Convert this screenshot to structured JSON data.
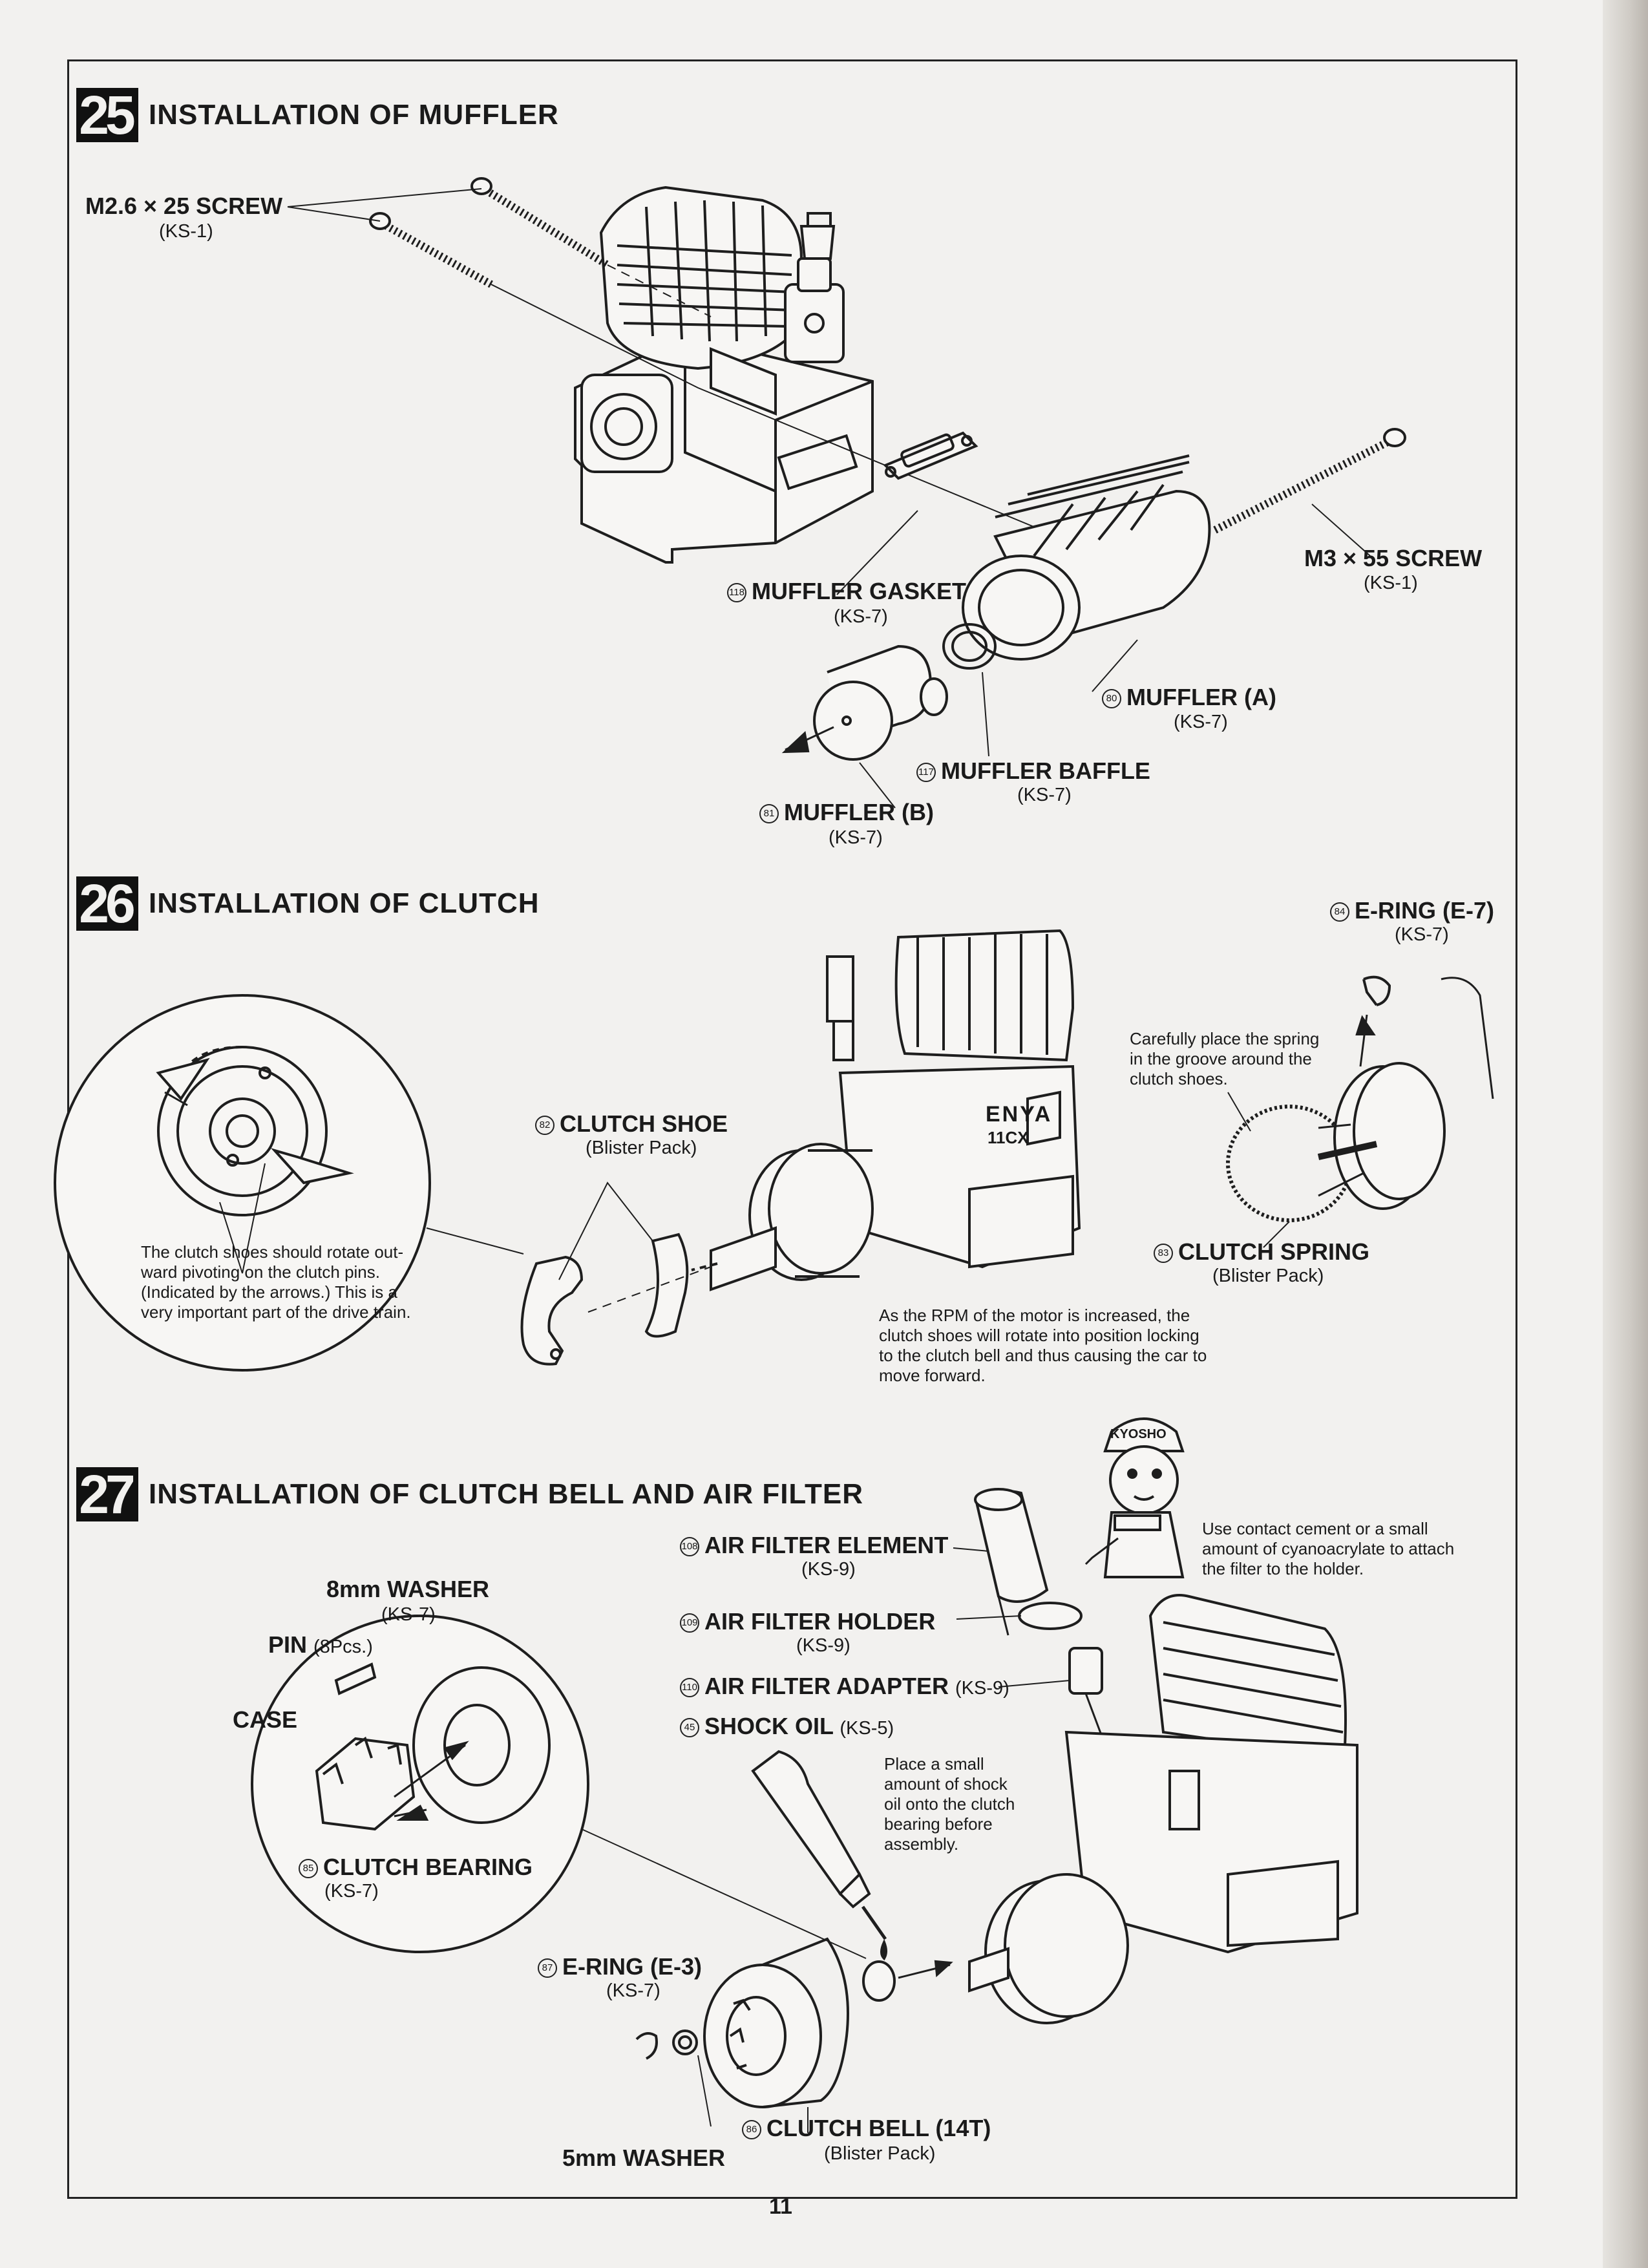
{
  "sections": [
    {
      "number": "25",
      "title": "INSTALLATION OF MUFFLER"
    },
    {
      "number": "26",
      "title": "INSTALLATION OF CLUTCH"
    },
    {
      "number": "27",
      "title": "INSTALLATION OF CLUTCH BELL AND AIR FILTER"
    }
  ],
  "muffler": {
    "screw_small": {
      "label": "M2.6 × 25 SCREW",
      "code": "(KS-1)"
    },
    "screw_large": {
      "label": "M3 × 55 SCREW",
      "code": "(KS-1)"
    },
    "gasket": {
      "num": "118",
      "label": "MUFFLER GASKET",
      "code": "(KS-7)"
    },
    "muffler_a": {
      "num": "80",
      "label": "MUFFLER (A)",
      "code": "(KS-7)"
    },
    "baffle": {
      "num": "117",
      "label": "MUFFLER BAFFLE",
      "code": "(KS-7)"
    },
    "muffler_b": {
      "num": "81",
      "label": "MUFFLER (B)",
      "code": "(KS-7)"
    }
  },
  "clutch": {
    "e_ring": {
      "num": "84",
      "label": "E-RING (E-7)",
      "code": "(KS-7)"
    },
    "shoe": {
      "num": "82",
      "label": "CLUTCH SHOE",
      "code": "(Blister Pack)"
    },
    "spring": {
      "num": "83",
      "label": "CLUTCH SPRING",
      "code": "(Blister Pack)"
    },
    "note_pins": [
      "The clutch shoes should rotate out-",
      "ward pivoting on the clutch pins.",
      "(Indicated by the arrows.) This is a",
      "very important part of the drive train."
    ],
    "note_spring": [
      "Carefully place the spring",
      "in the groove around the",
      "clutch shoes."
    ],
    "note_rpm": [
      "As the RPM of the motor is increased, the",
      "clutch shoes will rotate into position locking",
      "to the clutch bell and thus causing the car to",
      "move forward."
    ],
    "engine_brand": "ENYA",
    "engine_model": "11CX"
  },
  "bell": {
    "washer8": {
      "label": "8mm WASHER",
      "code": "(KS-7)"
    },
    "pin": {
      "label": "PIN",
      "qty": "(8Pcs.)"
    },
    "case": {
      "label": "CASE"
    },
    "bearing": {
      "num": "85",
      "label": "CLUTCH BEARING",
      "code": "(KS-7)"
    },
    "filter_element": {
      "num": "108",
      "label": "AIR FILTER ELEMENT",
      "code": "(KS-9)"
    },
    "filter_holder": {
      "num": "109",
      "label": "AIR FILTER HOLDER",
      "code": "(KS-9)"
    },
    "filter_adapter": {
      "num": "110",
      "label": "AIR FILTER ADAPTER",
      "code": "(KS-9)"
    },
    "shock_oil": {
      "num": "45",
      "label": "SHOCK OIL",
      "code": "(KS-5)"
    },
    "e_ring": {
      "num": "87",
      "label": "E-RING (E-3)",
      "code": "(KS-7)"
    },
    "washer5": {
      "label": "5mm WASHER"
    },
    "clutch_bell": {
      "num": "86",
      "label": "CLUTCH BELL (14T)",
      "code": "(Blister Pack)"
    },
    "note_cement": [
      "Use contact cement or a small",
      "amount of cyanoacrylate to attach",
      "the filter to the holder."
    ],
    "note_oil": [
      "Place a small",
      "amount of shock",
      "oil onto the clutch",
      "bearing before",
      "assembly."
    ],
    "cap_text": "KYOSHO"
  },
  "page_number": "11"
}
